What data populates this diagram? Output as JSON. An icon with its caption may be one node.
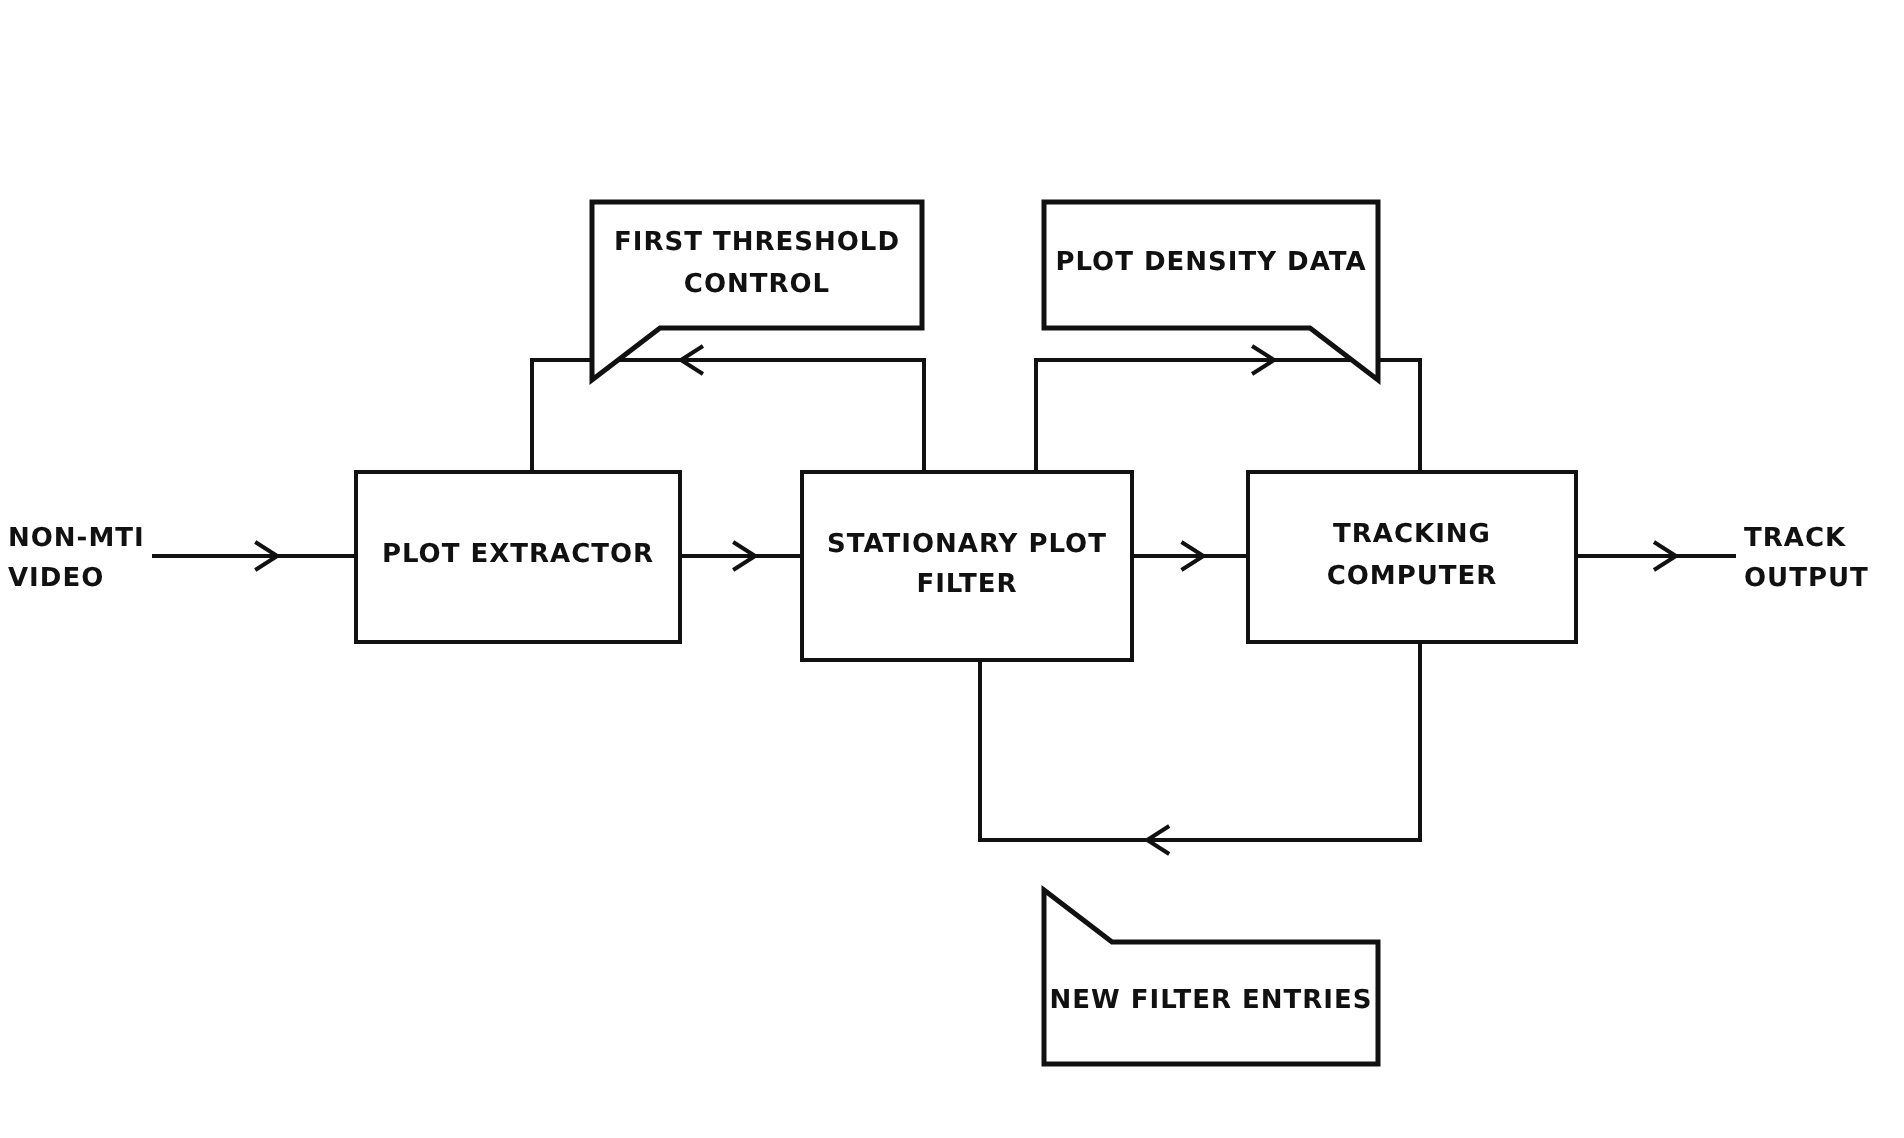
{
  "diagram": {
    "nodes": [
      {
        "text": [
          "NON-MTI VIDEO"
        ]
      },
      {
        "text": [
          "PLOT EXTRACTOR"
        ]
      },
      {
        "text": [
          "STATIONARY PLOT FILTER"
        ]
      },
      {
        "text": [
          "TRACKING COMPUTER"
        ]
      },
      {
        "text": [
          "TRACK OUTPUT"
        ]
      },
      {
        "text": [
          "FIRST THRESHOLD CONTROL"
        ]
      },
      {
        "text": [
          "PLOT DENSITY DATA"
        ]
      },
      {
        "text": [
          "NEW FILTER ENTRIES"
        ]
      }
    ],
    "edges": [
      {
        "from": 0,
        "to": 1,
        "arrow": "to"
      },
      {
        "from": 1,
        "to": 2,
        "arrow": "to"
      },
      {
        "from": 2,
        "to": 3,
        "arrow": "to"
      },
      {
        "from": 3,
        "to": 4,
        "arrow": "to"
      },
      {
        "from": 2,
        "to": 1,
        "arrow": "to"
      },
      {
        "from": 2,
        "to": 3,
        "arrow": "to"
      },
      {
        "from": 3,
        "to": 2,
        "arrow": "to"
      }
    ]
  }
}
